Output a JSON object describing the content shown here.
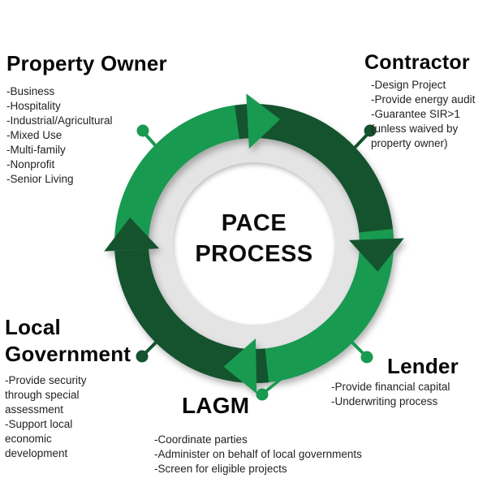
{
  "diagram": {
    "center": {
      "line1": "PACE",
      "line2": "PROCESS"
    },
    "colors": {
      "bright_green": "#189a50",
      "dark_green": "#14532e",
      "ring_gray": "#e4e4e4",
      "inner_white": "#ffffff"
    },
    "nodes": [
      {
        "id": "property-owner",
        "title": "Property Owner",
        "lines": [
          "-Business",
          "-Hospitality",
          "-Industrial/Agricultural",
          "-Mixed Use",
          "-Multi-family",
          "-Nonprofit",
          "-Senior Living"
        ]
      },
      {
        "id": "contractor",
        "title": "Contractor",
        "lines": [
          "-Design Project",
          "-Provide energy audit",
          "-Guarantee SIR>1",
          "(unless waived by",
          "property owner)"
        ]
      },
      {
        "id": "lender",
        "title": "Lender",
        "lines": [
          "-Provide financial capital",
          "-Underwriting process"
        ]
      },
      {
        "id": "lagm",
        "title": "LAGM",
        "lines": [
          "-Coordinate parties",
          "-Administer on behalf of local governments",
          "-Screen for eligible projects"
        ]
      },
      {
        "id": "local-government",
        "title": "Local Government",
        "lines": [
          "-Provide security",
          "through special",
          "assessment",
          "-Support local",
          "economic",
          "development"
        ]
      }
    ]
  }
}
